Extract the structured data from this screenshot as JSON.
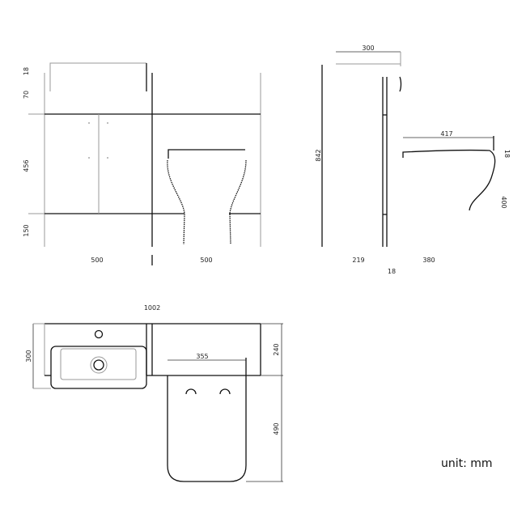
{
  "front_view": {
    "dims": {
      "top_panel": "18",
      "upper": "70",
      "middle": "456",
      "lower": "150",
      "basin_width": "500",
      "wc_width": "500"
    }
  },
  "side_view": {
    "dims": {
      "depth": "300",
      "height": "842",
      "pan_projection": "417",
      "pan_thickness": "18",
      "pan_height": "400",
      "unit_depth": "219",
      "panel": "18",
      "pan_depth": "380"
    }
  },
  "plan_view": {
    "dims": {
      "total_width": "1002",
      "basin_depth": "300",
      "unit_depth": "240",
      "pan_length": "490",
      "pan_width": "355"
    }
  },
  "unit_label": "unit: mm"
}
